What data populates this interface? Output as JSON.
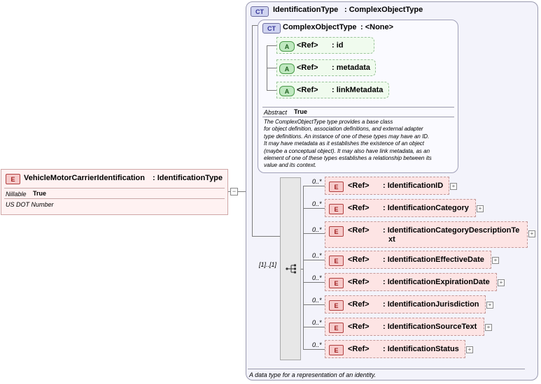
{
  "root": {
    "badge": "E",
    "name": "VehicleMotorCarrierIdentification",
    "type": ": IdentificationType",
    "nillable_label": "Nillable",
    "nillable_value": "True",
    "doc": "US DOT Number"
  },
  "outer": {
    "badge": "CT",
    "name": "IdentificationType",
    "base": ": ComplexObjectType",
    "doc": "A data type for a representation of an identity."
  },
  "inner": {
    "badge": "CT",
    "name": "ComplexObjectType",
    "base": ": <None>",
    "abstract_label": "Abstract",
    "abstract_value": "True",
    "doc_lines": [
      "The ComplexObjectType type provides a base class",
      "for object definition, association definitions, and external adapter",
      "type definitions. An instance of one of these types may have an ID.",
      "It may have metadata as it establishes the existence of an object",
      "(maybe a conceptual object). It may also have link metadata, as an",
      "element of one of these types establishes a relationship between its",
      "value and its context."
    ],
    "attributes": [
      {
        "badge": "A",
        "ref": "<Ref>",
        "name": ": id"
      },
      {
        "badge": "A",
        "ref": "<Ref>",
        "name": ": metadata"
      },
      {
        "badge": "A",
        "ref": "<Ref>",
        "name": ": linkMetadata"
      }
    ]
  },
  "sequence": {
    "cardinality": "[1]..[1]",
    "elements": [
      {
        "card": "0..*",
        "badge": "E",
        "ref": "<Ref>",
        "name": ": IdentificationID"
      },
      {
        "card": "0..*",
        "badge": "E",
        "ref": "<Ref>",
        "name": ": IdentificationCategory"
      },
      {
        "card": "0..*",
        "badge": "E",
        "ref": "<Ref>",
        "name": ": IdentificationCategoryDescriptionTe",
        "name2": "xt"
      },
      {
        "card": "0..*",
        "badge": "E",
        "ref": "<Ref>",
        "name": ": IdentificationEffectiveDate"
      },
      {
        "card": "0..*",
        "badge": "E",
        "ref": "<Ref>",
        "name": ": IdentificationExpirationDate"
      },
      {
        "card": "0..*",
        "badge": "E",
        "ref": "<Ref>",
        "name": ": IdentificationJurisdiction"
      },
      {
        "card": "0..*",
        "badge": "E",
        "ref": "<Ref>",
        "name": ": IdentificationSourceText"
      },
      {
        "card": "0..*",
        "badge": "E",
        "ref": "<Ref>",
        "name": ": IdentificationStatus"
      }
    ]
  },
  "icons": {
    "expand": "plus-icon",
    "sequence": "sequence-compositor-icon",
    "collapse": "minus-icon"
  },
  "colors": {
    "element_fill": "#fde4e4",
    "attribute_fill": "#f0fbee",
    "complex_type_fill": "#f3f3fb"
  }
}
